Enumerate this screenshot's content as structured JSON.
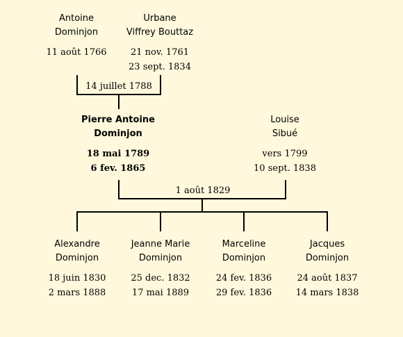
{
  "grandparents": {
    "father": {
      "given": "Antoine",
      "surname": "Dominjon",
      "birth": "11 août 1766",
      "death": ""
    },
    "mother": {
      "given": "Urbane",
      "surname": "Viffrey Bouttaz",
      "birth": "21 nov. 1761",
      "death": "23 sept. 1834"
    },
    "marriage": "14 juillet 1788"
  },
  "parents": {
    "father": {
      "given": "Pierre Antoine",
      "surname": "Dominjon",
      "birth": "18 mai 1789",
      "death": "6 fev. 1865"
    },
    "mother": {
      "given": "Louise",
      "surname": "Sibué",
      "birth": "vers 1799",
      "death": "10 sept. 1838"
    },
    "marriage": "1 août 1829"
  },
  "children": [
    {
      "given": "Alexandre",
      "surname": "Dominjon",
      "birth": "18 juin 1830",
      "death": "2 mars 1888"
    },
    {
      "given": "Jeanne Marie",
      "surname": "Dominjon",
      "birth": "25 dec. 1832",
      "death": "17 mai 1889"
    },
    {
      "given": "Marceline",
      "surname": "Dominjon",
      "birth": "24 fev. 1836",
      "death": "29 fev. 1836"
    },
    {
      "given": "Jacques",
      "surname": "Dominjon",
      "birth": "24 août 1837",
      "death": "14 mars 1838"
    }
  ]
}
